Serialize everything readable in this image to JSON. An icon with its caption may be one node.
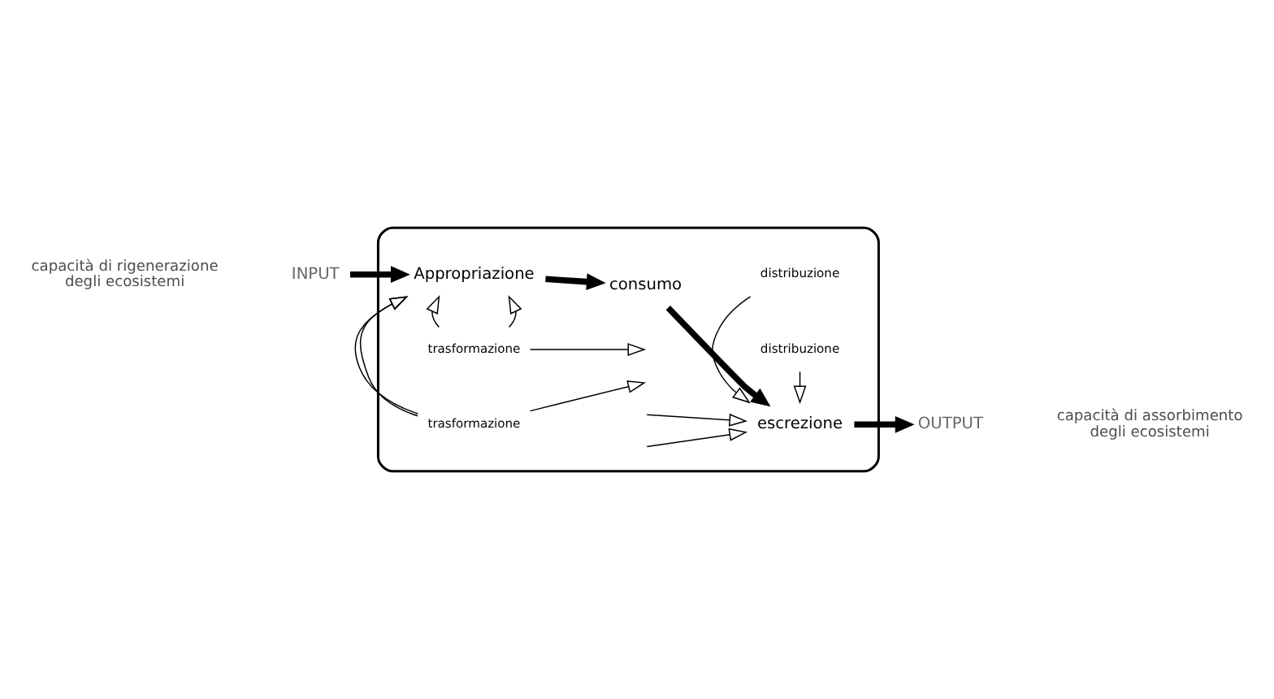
{
  "diagram": {
    "nodes": [
      {
        "text": [],
        "shape": "box"
      },
      {
        "text": [
          "INPUT"
        ]
      },
      {
        "text": [
          "Appropriazione"
        ],
        "in": 0
      },
      {
        "text": [
          "consumo"
        ],
        "in": 0
      },
      {
        "text": [
          "escrezione"
        ],
        "in": 0
      },
      {
        "text": [
          "OUTPUT"
        ]
      },
      {
        "text": [
          "trasformazione"
        ],
        "in": 0
      },
      {
        "text": [
          "distribuzione"
        ],
        "in": 0
      },
      {
        "text": [
          "trasformazione"
        ],
        "in": 0
      },
      {
        "text": [
          "distribuzione"
        ],
        "in": 0
      }
    ],
    "edges": [
      {
        "from": 1,
        "to": 2,
        "arrow": "to",
        "style": "thick"
      },
      {
        "from": 2,
        "to": 3,
        "arrow": "to",
        "style": "thick"
      },
      {
        "from": 3,
        "to": 4,
        "arrow": "to",
        "style": "thick"
      },
      {
        "from": 4,
        "to": 5,
        "arrow": "to",
        "style": "thick"
      },
      {
        "from": 6,
        "to": null,
        "arrow": "to"
      },
      {
        "from": 6,
        "to": 2,
        "arrow": "to"
      },
      {
        "from": 6,
        "to": 2,
        "arrow": "to"
      },
      {
        "from": 7,
        "to": 4,
        "arrow": "to"
      },
      {
        "from": null,
        "to": 4,
        "arrow": "to"
      },
      {
        "from": 8,
        "to": null,
        "arrow": "to"
      },
      {
        "from": 8,
        "to": 2,
        "arrow": "to"
      },
      {
        "from": 8,
        "to": 2,
        "arrow": "to"
      },
      {
        "from": 9,
        "to": 4,
        "arrow": "to"
      },
      {
        "from": null,
        "to": 4,
        "arrow": "to"
      }
    ],
    "labels": [
      "capacità di rigenerazione degli ecosistemi",
      "capacità di assorbimento degli ecosistemi"
    ]
  }
}
